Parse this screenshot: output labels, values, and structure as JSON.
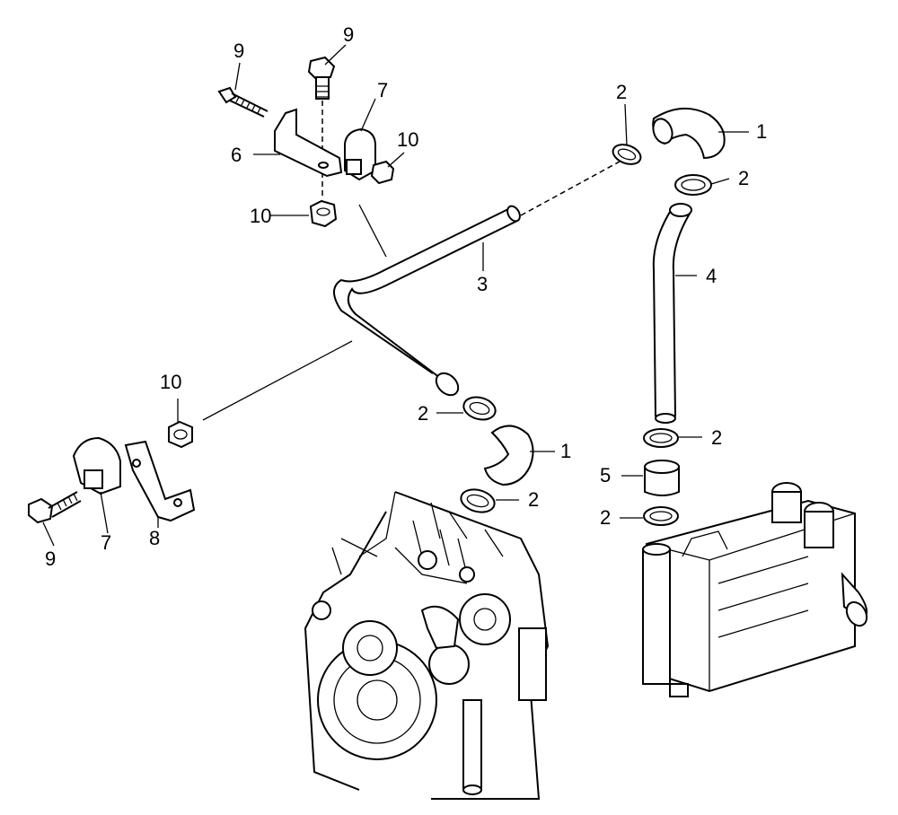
{
  "labels": {
    "hose_upper_right": "1",
    "hose_lower": "1",
    "clamp_top": "2",
    "clamp_right_top": "2",
    "clamp_mid_left": "2",
    "clamp_lower_left": "2",
    "clamp_pipe4_bottom": "2",
    "clamp_cooler_top": "2",
    "pipe_main": "3",
    "pipe_vertical": "4",
    "hose_short": "5",
    "bracket_upper": "6",
    "clip_upper": "7",
    "clip_lower": "7",
    "bracket_lower": "8",
    "bolt_upper_left": "9",
    "bolt_upper_right": "9",
    "bolt_lower": "9",
    "nut_upper_right": "10",
    "nut_upper_left": "10",
    "nut_lower": "10"
  }
}
